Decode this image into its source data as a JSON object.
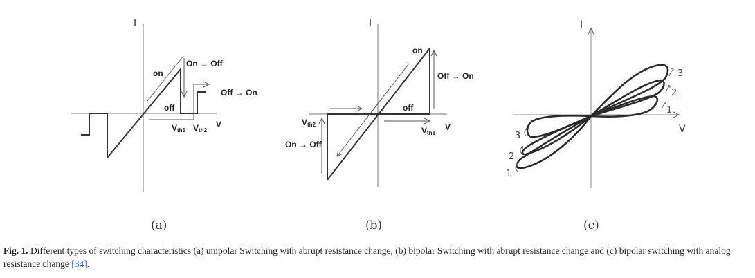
{
  "figure": {
    "panel_a": {
      "axis_i": "I",
      "axis_v": "V",
      "on": "on",
      "off": "off",
      "on_off": "On → Off",
      "off_on": "Off → On",
      "vth1": "V",
      "vth1_sub": "th1",
      "vth2": "V",
      "vth2_sub": "th2",
      "label": "(a)"
    },
    "panel_b": {
      "axis_i": "I",
      "axis_v": "V",
      "on": "on",
      "off": "off",
      "off_on": "Off → On",
      "on_off": "On → Off",
      "vth1": "V",
      "vth1_sub": "th1",
      "vth2": "V",
      "vth2_sub": "th2",
      "label": "(b)"
    },
    "panel_c": {
      "axis_i": "I",
      "axis_v": "V",
      "loop_labels": [
        "1",
        "2",
        "3"
      ],
      "label": "(c)"
    }
  },
  "caption": {
    "prefix": "Fig. 1.",
    "text": " Different types of switching characteristics (a) unipolar Switching with abrupt resistance change, (b) bipolar Switching with abrupt resistance change and (c) bipolar switching with analog resistance change ",
    "ref": "[34]",
    "suffix": "."
  }
}
